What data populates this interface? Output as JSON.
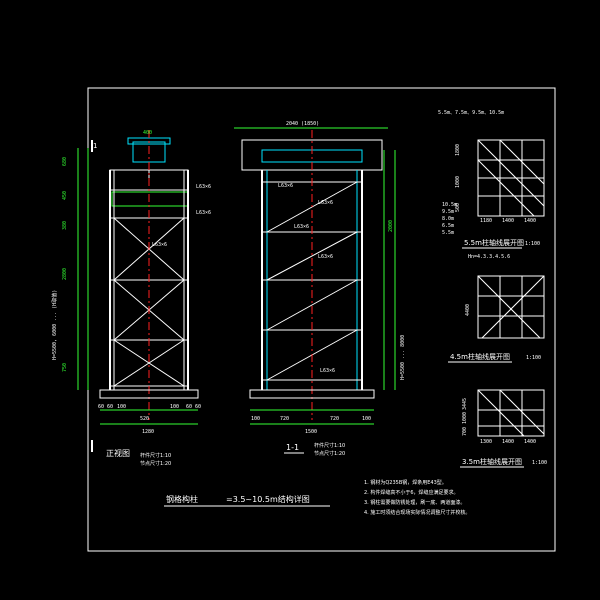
{
  "colors": {
    "background": "#000000",
    "frame": "#ffffff",
    "structure": "#ffffff",
    "member": "#00e5ff",
    "brace": "#ff2020",
    "dimension": "#33ff33",
    "text": "#ffffff",
    "label": "#ffff55"
  },
  "front_view": {
    "section_marker": "1",
    "title": "正视图",
    "scale_member": "杆件尺寸1:10",
    "scale_node": "节点尺寸1:20",
    "top_dim": "400",
    "brace_labels": [
      "L63×6",
      "L63×6",
      "L63×6"
    ],
    "side_dims": [
      "680",
      "450",
      "380",
      "2800",
      "750"
    ],
    "side_note": "H=5500, 6000 ... (H取值)",
    "bottom_dims": [
      "60 60",
      "100",
      "520",
      "100",
      "60 60"
    ],
    "bottom_total": "1280"
  },
  "section_view": {
    "title": "1-1",
    "scale_member": "杆件尺寸1:10",
    "scale_node": "节点尺寸1:20",
    "top_dim": "2040 (1850)",
    "brace_labels": [
      "L63×6",
      "L63×6",
      "L63×6",
      "L63×6",
      "L63×6"
    ],
    "side_dims": [
      "2000",
      "H=5500 ... 8000"
    ],
    "bottom_dims": [
      "100",
      "720",
      "720",
      "100"
    ],
    "bottom_total": "1500"
  },
  "main_title": {
    "label": "钢格构柱",
    "range": "=3.5~10.5m结构详图"
  },
  "unfold_55": {
    "header": "5.5m、7.5m、9.5m、10.5m",
    "title": "5.5m柱轴线展开图",
    "scale": "1:100",
    "bottom_dims": [
      "1180",
      "1400",
      "1400"
    ],
    "left_dims": [
      "1800",
      "1000",
      "500"
    ],
    "heights": [
      "10.5m",
      "9.5m",
      "8.0m",
      "6.5m",
      "5.5m"
    ],
    "note": "Hn=4.3.3.4.5.6"
  },
  "unfold_45": {
    "title": "4.5m柱轴线展开图",
    "scale": "1:100",
    "left_dims": [
      "4400"
    ]
  },
  "unfold_35": {
    "title": "3.5m柱轴线展开图",
    "scale": "1:100",
    "left_dims": [
      "3445",
      "1000",
      "700"
    ],
    "bottom_dims": [
      "1300",
      "1400",
      "1400"
    ]
  },
  "notes": [
    "1. 钢材为Q235B钢，焊条用E43型。",
    "2. 构件焊缝高不小于6，焊缝应满足要求。",
    "3. 钢柱需要做防锈处理，刷一底、两道面漆。",
    "4. 施工时须结合现场实际情况调整尺寸并校核。"
  ]
}
